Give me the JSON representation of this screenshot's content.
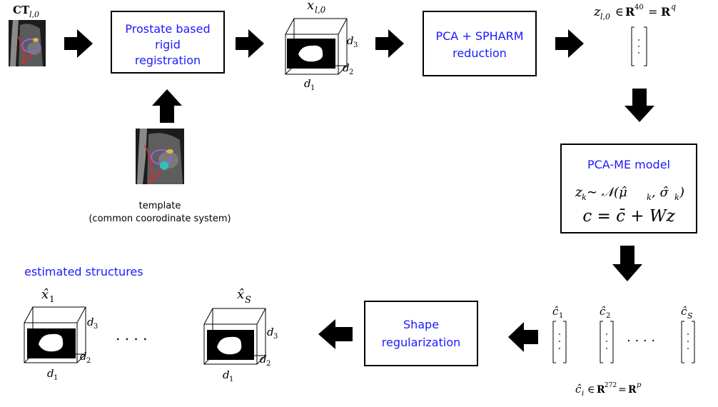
{
  "input": {
    "label": "CT",
    "sub": "l,0"
  },
  "step1": {
    "lines": [
      "Prostate based",
      "rigid",
      "registration"
    ],
    "color": "#1a1aff"
  },
  "template": {
    "line1": "template",
    "line2": "(common coorodinate system)"
  },
  "volume_top": {
    "title": "x",
    "sub": "l,0",
    "d1": "d",
    "d2": "d",
    "d3": "d",
    "n1": "1",
    "n2": "2",
    "n3": "3"
  },
  "step2": {
    "lines": [
      "PCA + SPHARM",
      "reduction"
    ],
    "color": "#1a1aff"
  },
  "z_vector": {
    "z": "z",
    "sub": "l,0",
    "in": "∈",
    "R": "R",
    "exp": "40",
    "eq": "=",
    "R2": "R",
    "q": "q"
  },
  "model": {
    "title": "PCA-ME model",
    "eq1": "z",
    "eq1_sub": "k",
    "eq1_rest": " ∼ 𝒩(μ̂",
    "eq1_sub2": "k",
    "eq1_mid": ", σ̂",
    "eq1_sub3": "k",
    "eq1_end": ")",
    "eq2": "c = c̄ + Wz",
    "color": "#1a1aff"
  },
  "c_vectors": {
    "c1": "ĉ",
    "c1_sub": "1",
    "c2": "ĉ",
    "c2_sub": "2",
    "cS": "ĉ",
    "cS_sub": "S",
    "dots": ". . . .",
    "def": "ĉ",
    "def_sub": "i",
    "def_in": "∈",
    "def_R": "R",
    "def_exp": "272",
    "def_eq": "=",
    "def_R2": "R",
    "def_p": "p"
  },
  "step3": {
    "lines": [
      "Shape",
      "regularization"
    ],
    "color": "#1a1aff"
  },
  "estimated": {
    "label": "estimated structures",
    "color": "#1a1aff"
  },
  "volume_1": {
    "title": "x̂",
    "sub": "1",
    "d1": "d",
    "d2": "d",
    "d3": "d",
    "n1": "1",
    "n2": "2",
    "n3": "3"
  },
  "volume_S": {
    "title": "x̂",
    "sub": "S",
    "d1": "d",
    "d2": "d",
    "d3": "d",
    "n1": "1",
    "n2": "2",
    "n3": "3"
  },
  "between_dots": ". . . ."
}
